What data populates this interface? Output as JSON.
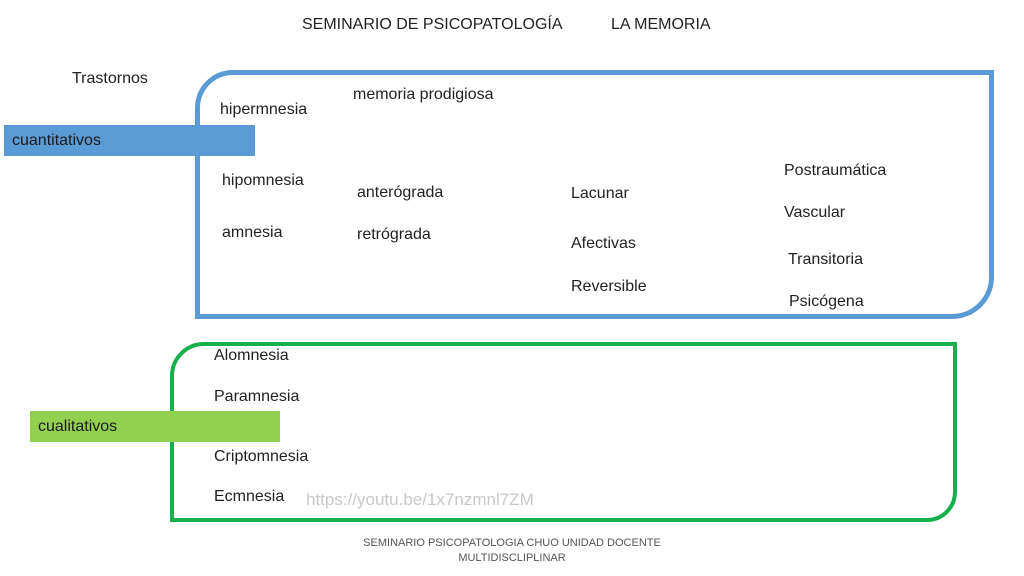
{
  "header": {
    "title": "SEMINARIO DE PSICOPATOLOGÍA",
    "subtitle": "LA MEMORIA"
  },
  "diagram": {
    "trastornos_label": "Trastornos",
    "quantitative": {
      "label": "cuantitativos",
      "color": "#5b9bd5",
      "items": {
        "hipermnesia": "hipermnesia",
        "memoria_prodigiosa": "memoria prodigiosa",
        "hipomnesia": "hipomnesia",
        "amnesia": "amnesia",
        "anterograda": "anterógrada",
        "retrograda": "retrógrada",
        "lacunar": "Lacunar",
        "afectivas": "Afectivas",
        "reversible": "Reversible",
        "postraumatica": "Postraumática",
        "vascular": "Vascular",
        "transitoria": "Transitoria",
        "psicogena": "Psicógena"
      }
    },
    "qualitative": {
      "label": "cualitativos",
      "color": "#92d050",
      "items": {
        "alomnesia": "Alomnesia",
        "paramnesia": "Paramnesia",
        "criptomnesia": "Criptomnesia",
        "ecmnesia": "Ecmnesia"
      }
    }
  },
  "watermark_link": "https://youtu.be/1x7nzmnl7ZM",
  "footer": {
    "line1": "SEMINARIO PSICOPATOLOGIA CHUO UNIDAD DOCENTE",
    "line2": "MULTIDISCLIPLINAR"
  }
}
